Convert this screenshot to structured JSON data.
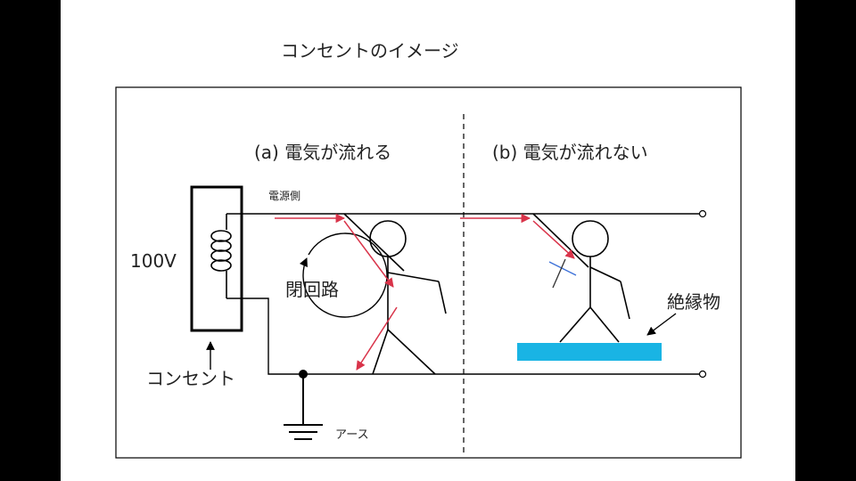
{
  "title": "コンセントのイメージ",
  "panel_a": {
    "label": "(a) 電気が流れる"
  },
  "panel_b": {
    "label": "(b) 電気が流れない"
  },
  "labels": {
    "power_side": "電源側",
    "voltage": "100V",
    "closed_circuit": "閉回路",
    "outlet": "コンセント",
    "earth": "アース",
    "insulator": "絶縁物"
  },
  "colors": {
    "current_arrow": "#d9344a",
    "insulator": "#19b4e4",
    "line": "#000000"
  }
}
